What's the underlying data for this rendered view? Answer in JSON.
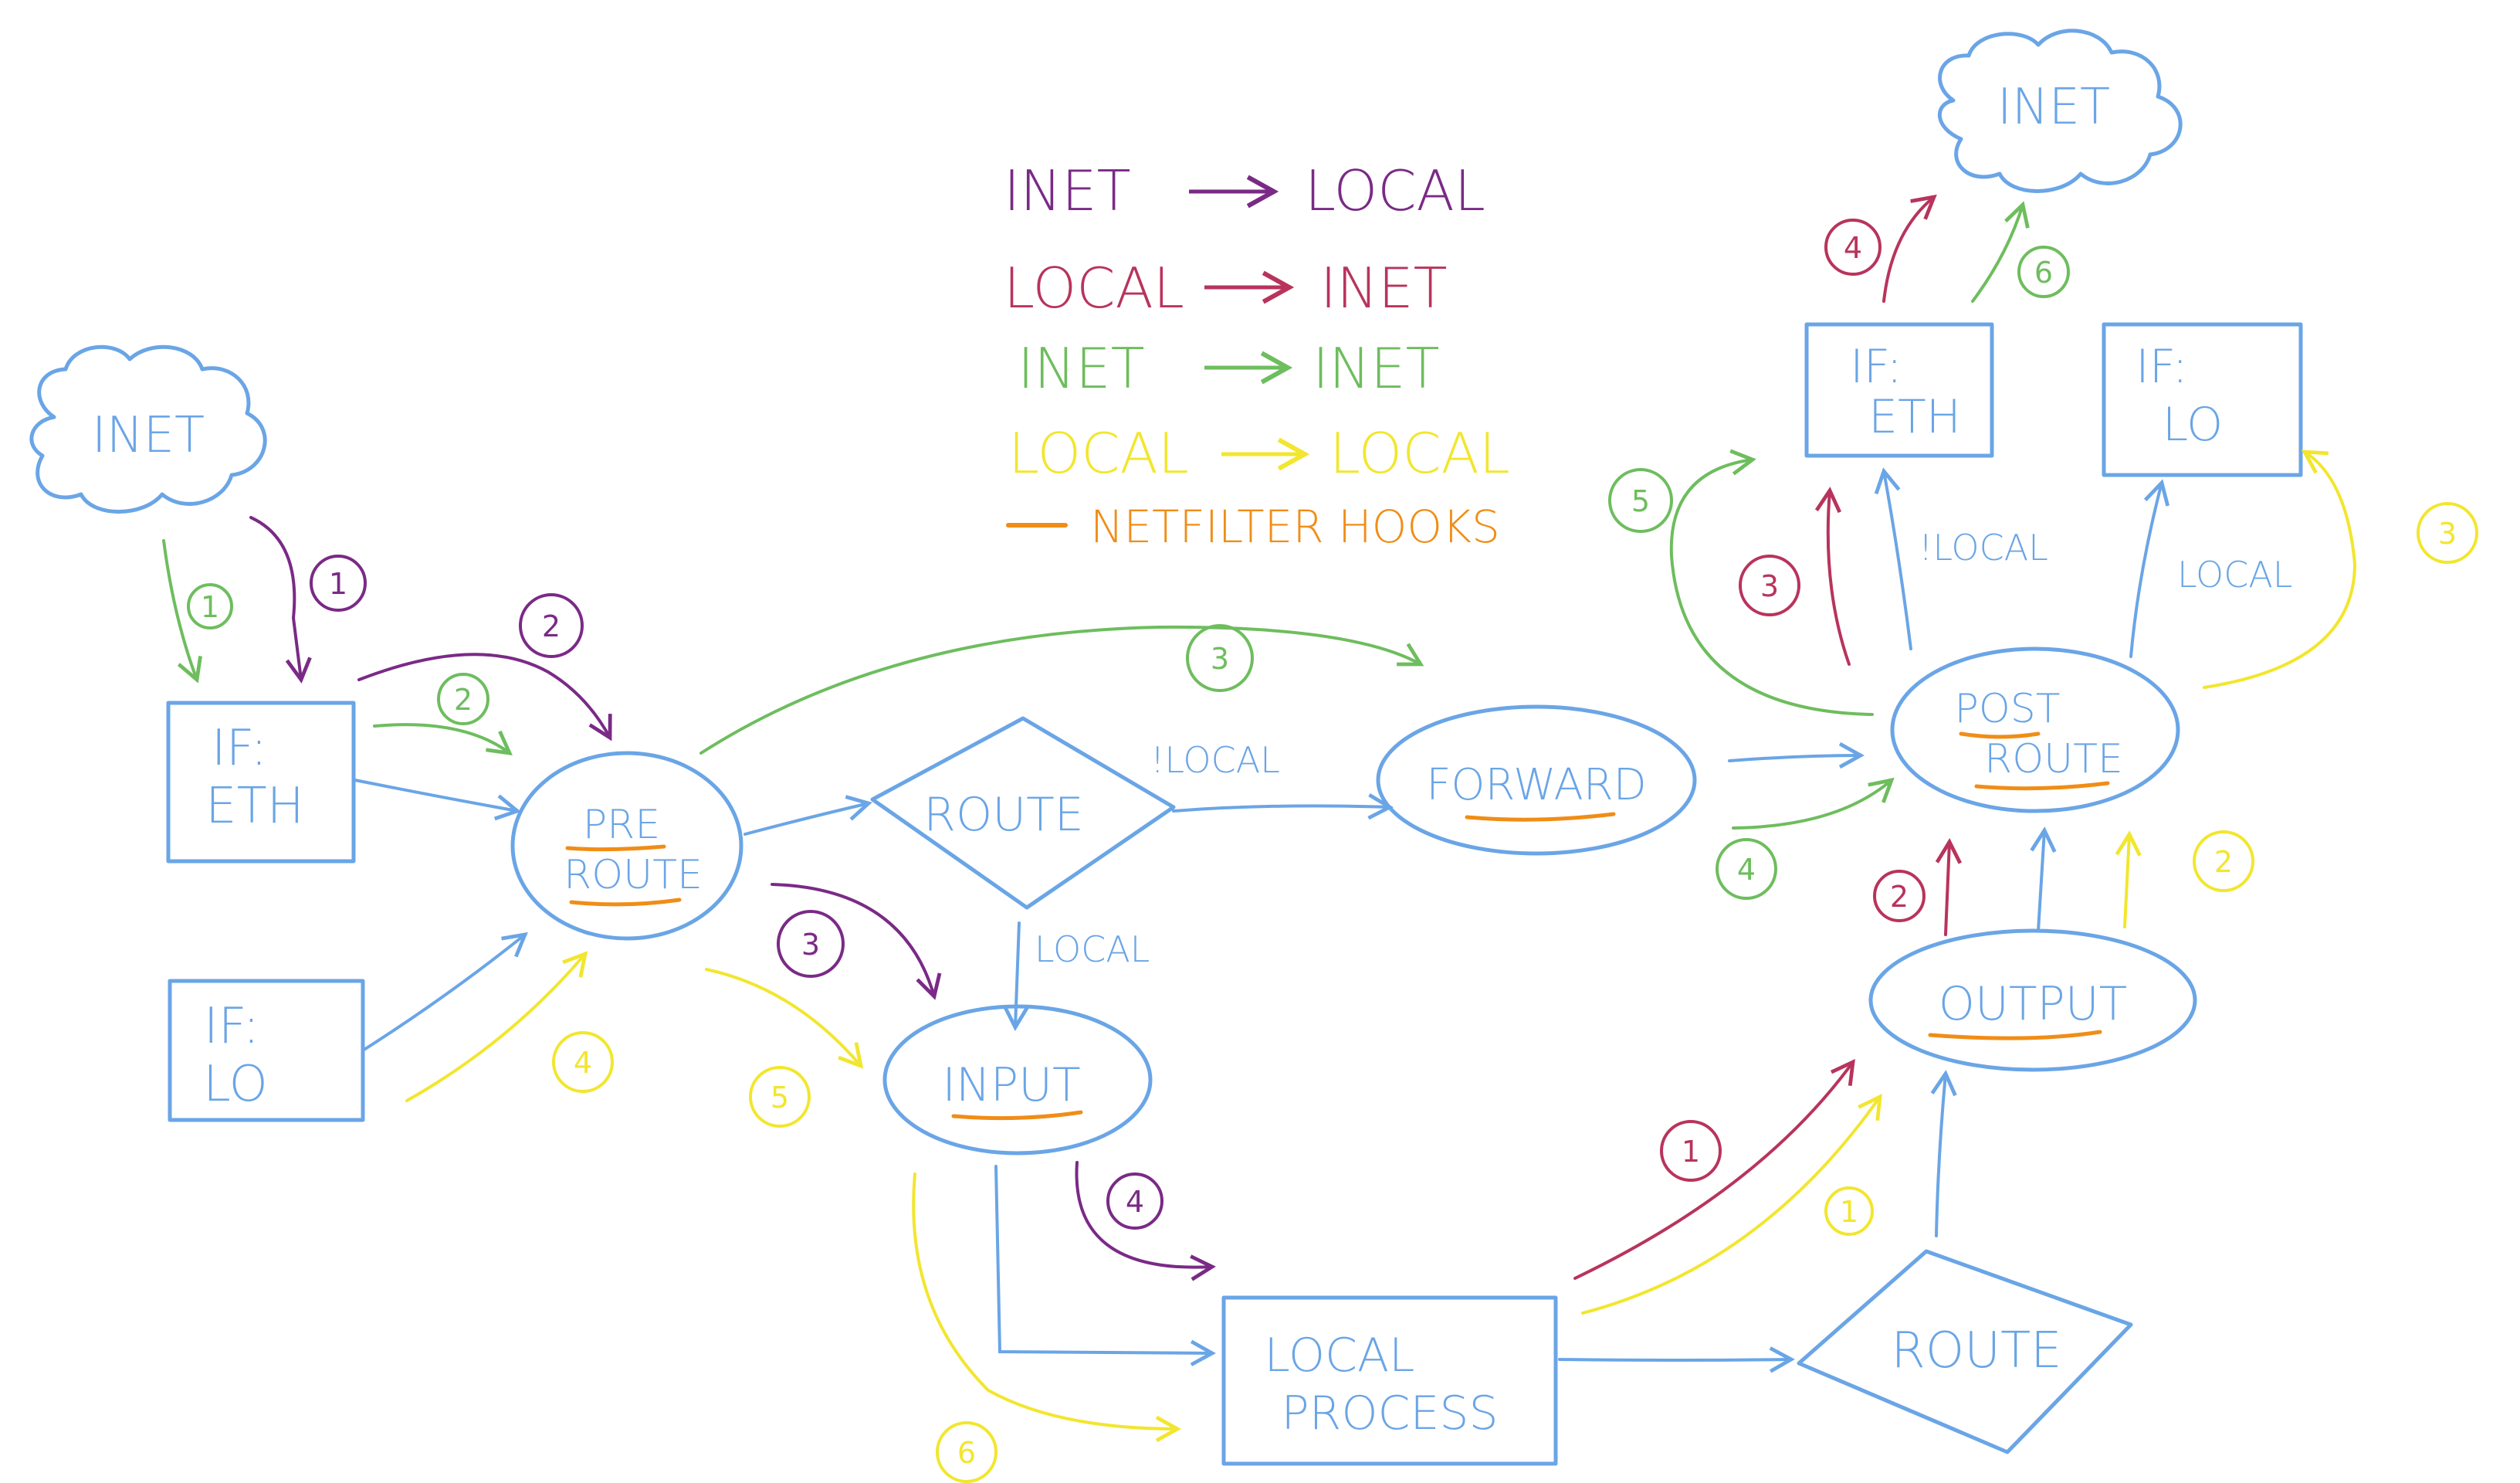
{
  "colors": {
    "blue": "#6aa5e6",
    "purple": "#7a2a86",
    "red": "#b8345c",
    "green": "#6ebd5e",
    "yellow": "#f2e62e",
    "orange": "#f08d16"
  },
  "legend": {
    "inet_local": {
      "from": "INET",
      "to": "LOCAL"
    },
    "local_inet": {
      "from": "LOCAL",
      "to": "INET"
    },
    "inet_inet": {
      "from": "INET",
      "to": "INET"
    },
    "local_local": {
      "from": "LOCAL",
      "to": "LOCAL"
    },
    "hooks": "NETFILTER HOOKS"
  },
  "nodes": {
    "inet_left": "INET",
    "inet_top": "INET",
    "if_eth_left": [
      "IF:",
      "ETH"
    ],
    "if_lo_left": [
      "IF:",
      "LO"
    ],
    "pre_route": [
      "PRE",
      "ROUTE"
    ],
    "route_mid": "ROUTE",
    "forward": "FORWARD",
    "input": "INPUT",
    "local_process": [
      "LOCAL",
      "PROCESS"
    ],
    "route_bottom": "ROUTE",
    "output": "OUTPUT",
    "post_route": [
      "POST",
      "ROUTE"
    ],
    "if_eth_right": [
      "IF:",
      "ETH"
    ],
    "if_lo_right": [
      "IF:",
      "LO"
    ]
  },
  "edge_labels": {
    "not_local_mid": "!LOCAL",
    "local_mid": "LOCAL",
    "not_local_right": "!LOCAL",
    "local_right": "LOCAL"
  },
  "steps": {
    "purple_1": "1",
    "purple_2": "2",
    "purple_3": "3",
    "purple_4": "4",
    "red_1": "1",
    "red_2": "2",
    "red_3": "3",
    "red_4": "4",
    "green_1": "1",
    "green_2": "2",
    "green_3": "3",
    "green_4": "4",
    "green_5": "5",
    "green_6": "6",
    "yellow_1": "1",
    "yellow_2": "2",
    "yellow_3": "3",
    "yellow_4": "4",
    "yellow_5": "5",
    "yellow_6": "6"
  }
}
